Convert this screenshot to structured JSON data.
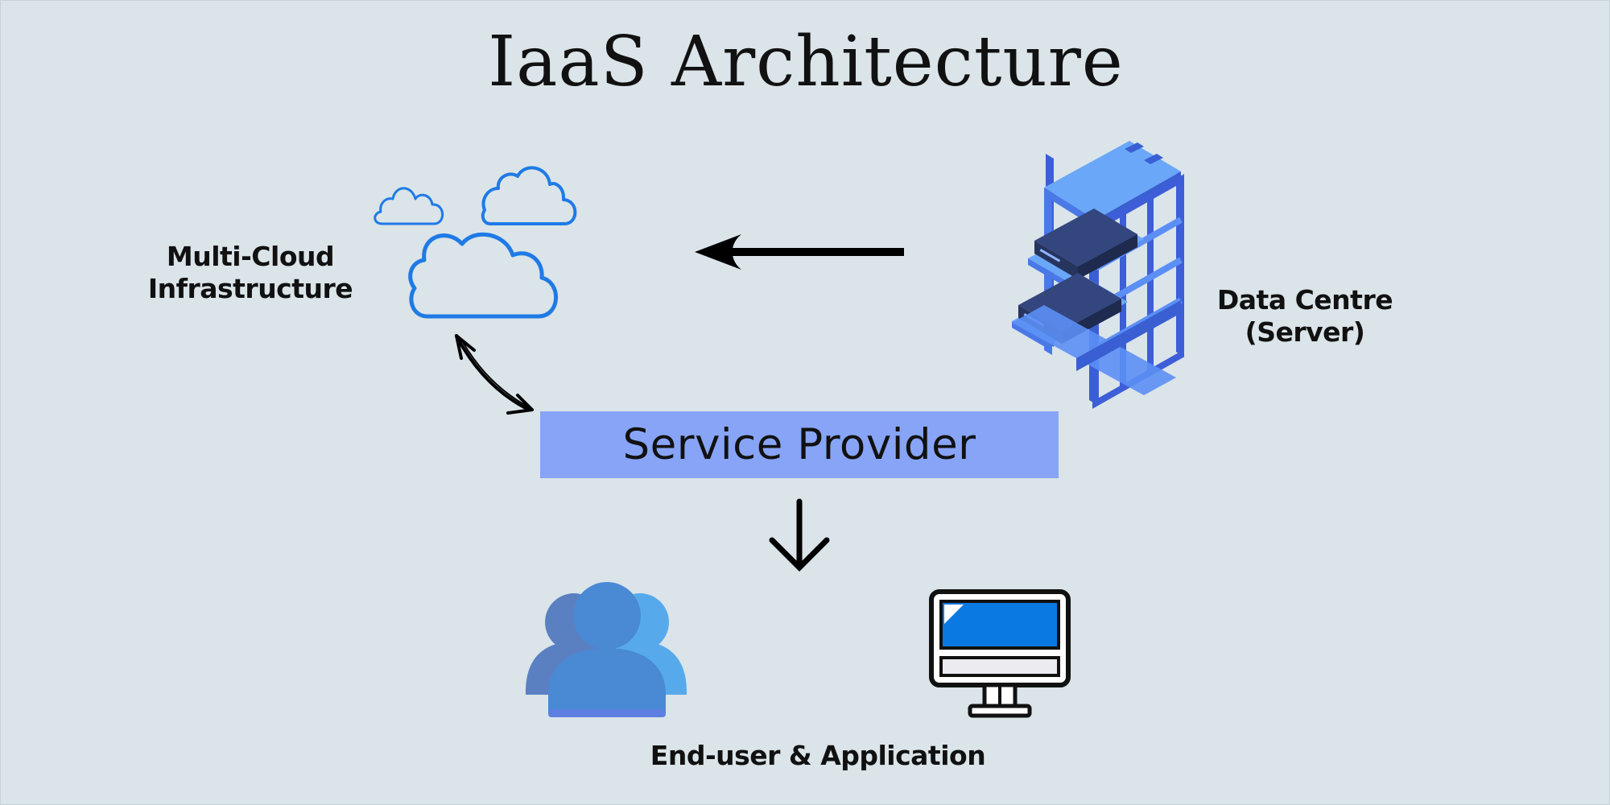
{
  "title": "IaaS Architecture",
  "nodes": {
    "multicloud": {
      "lines": [
        "Multi-Cloud",
        "Infrastructure"
      ],
      "icon": "cloud-icon"
    },
    "datacentre": {
      "lines": [
        "Data Centre",
        "(Server)"
      ],
      "icon": "server-rack-icon"
    },
    "service_provider": {
      "label": "Service Provider"
    },
    "enduser": {
      "label": "End-user & Application",
      "icons": [
        "users-icon",
        "monitor-icon"
      ]
    }
  },
  "colors": {
    "background": "#dae4e9",
    "service_box": "#87a4f6",
    "cloud_stroke": "#1f7ae6",
    "rack_blue": "#5b8ff5",
    "rack_dark": "#2f3f7a",
    "users_blue": "#4a89d4",
    "monitor_screen": "#0b79e2"
  }
}
